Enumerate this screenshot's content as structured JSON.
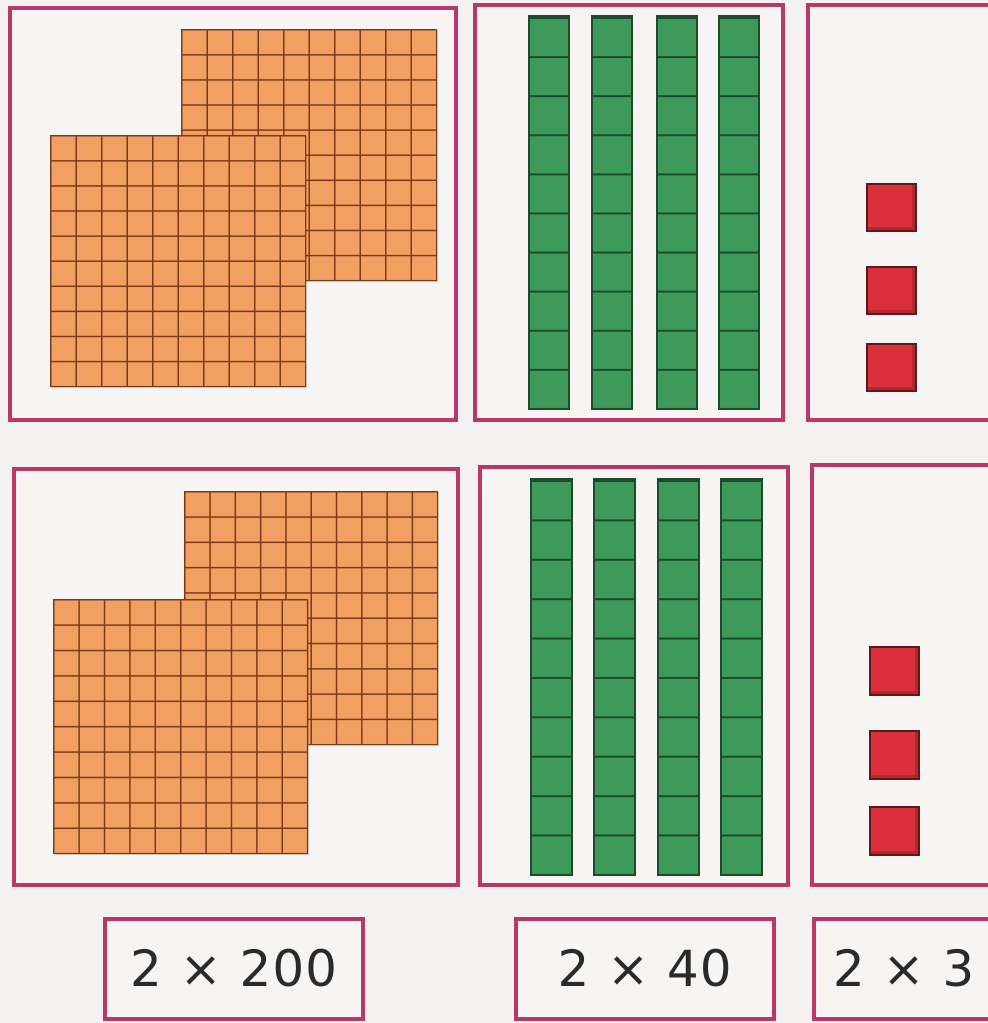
{
  "rows": [
    {
      "hundreds_flats": 2,
      "tens_rods": 4,
      "ones_units": 3
    },
    {
      "hundreds_flats": 2,
      "tens_rods": 4,
      "ones_units": 3
    }
  ],
  "labels": {
    "hundreds": "2 × 200",
    "tens": "2 × 40",
    "ones": "2 × 3"
  },
  "colors": {
    "frame": "#b8386a",
    "hundred_flat": "#f2a062",
    "ten_rod": "#3d9a5a",
    "one_unit": "#d9303c"
  }
}
